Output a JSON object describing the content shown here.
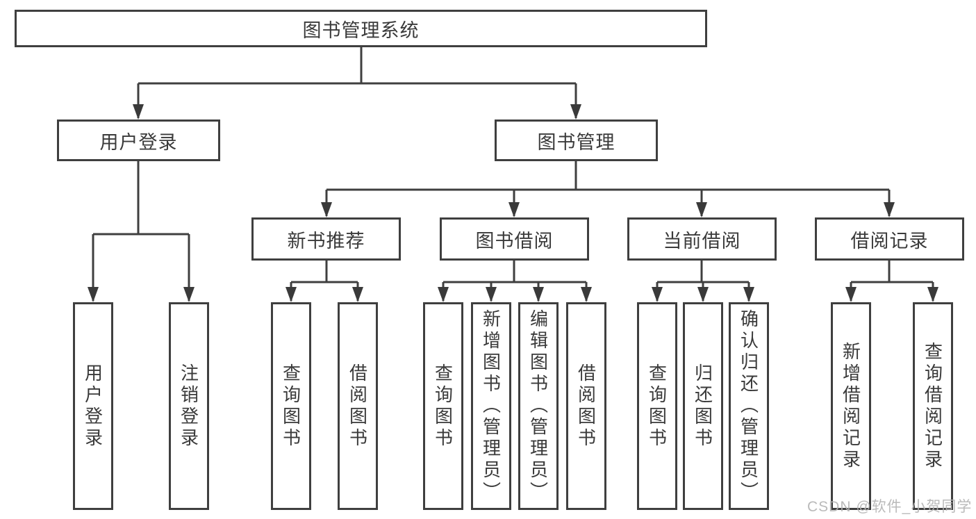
{
  "diagram": {
    "root": {
      "label": "图书管理系统"
    },
    "branches": [
      {
        "label": "用户登录",
        "children": [
          {
            "label": "用户登录"
          },
          {
            "label": "注销登录"
          }
        ]
      },
      {
        "label": "图书管理",
        "children": [
          {
            "label": "新书推荐",
            "children": [
              {
                "label": "查询图书"
              },
              {
                "label": "借阅图书"
              }
            ]
          },
          {
            "label": "图书借阅",
            "children": [
              {
                "label": "查询图书"
              },
              {
                "label": "新增图书（管理员）"
              },
              {
                "label": "编辑图书（管理员）"
              },
              {
                "label": "借阅图书"
              }
            ]
          },
          {
            "label": "当前借阅",
            "children": [
              {
                "label": "查询图书"
              },
              {
                "label": "归还图书"
              },
              {
                "label": "确认归还（管理员）"
              }
            ]
          },
          {
            "label": "借阅记录",
            "children": [
              {
                "label": "新增借阅记录"
              },
              {
                "label": "查询借阅记录"
              }
            ]
          }
        ]
      }
    ]
  },
  "watermark": {
    "text": "CSDN @软件_小贺同学"
  },
  "colors": {
    "line": "#3f3f3f",
    "text": "#3a3a3a",
    "watermark": "#b3b3b3",
    "background": "#ffffff"
  }
}
